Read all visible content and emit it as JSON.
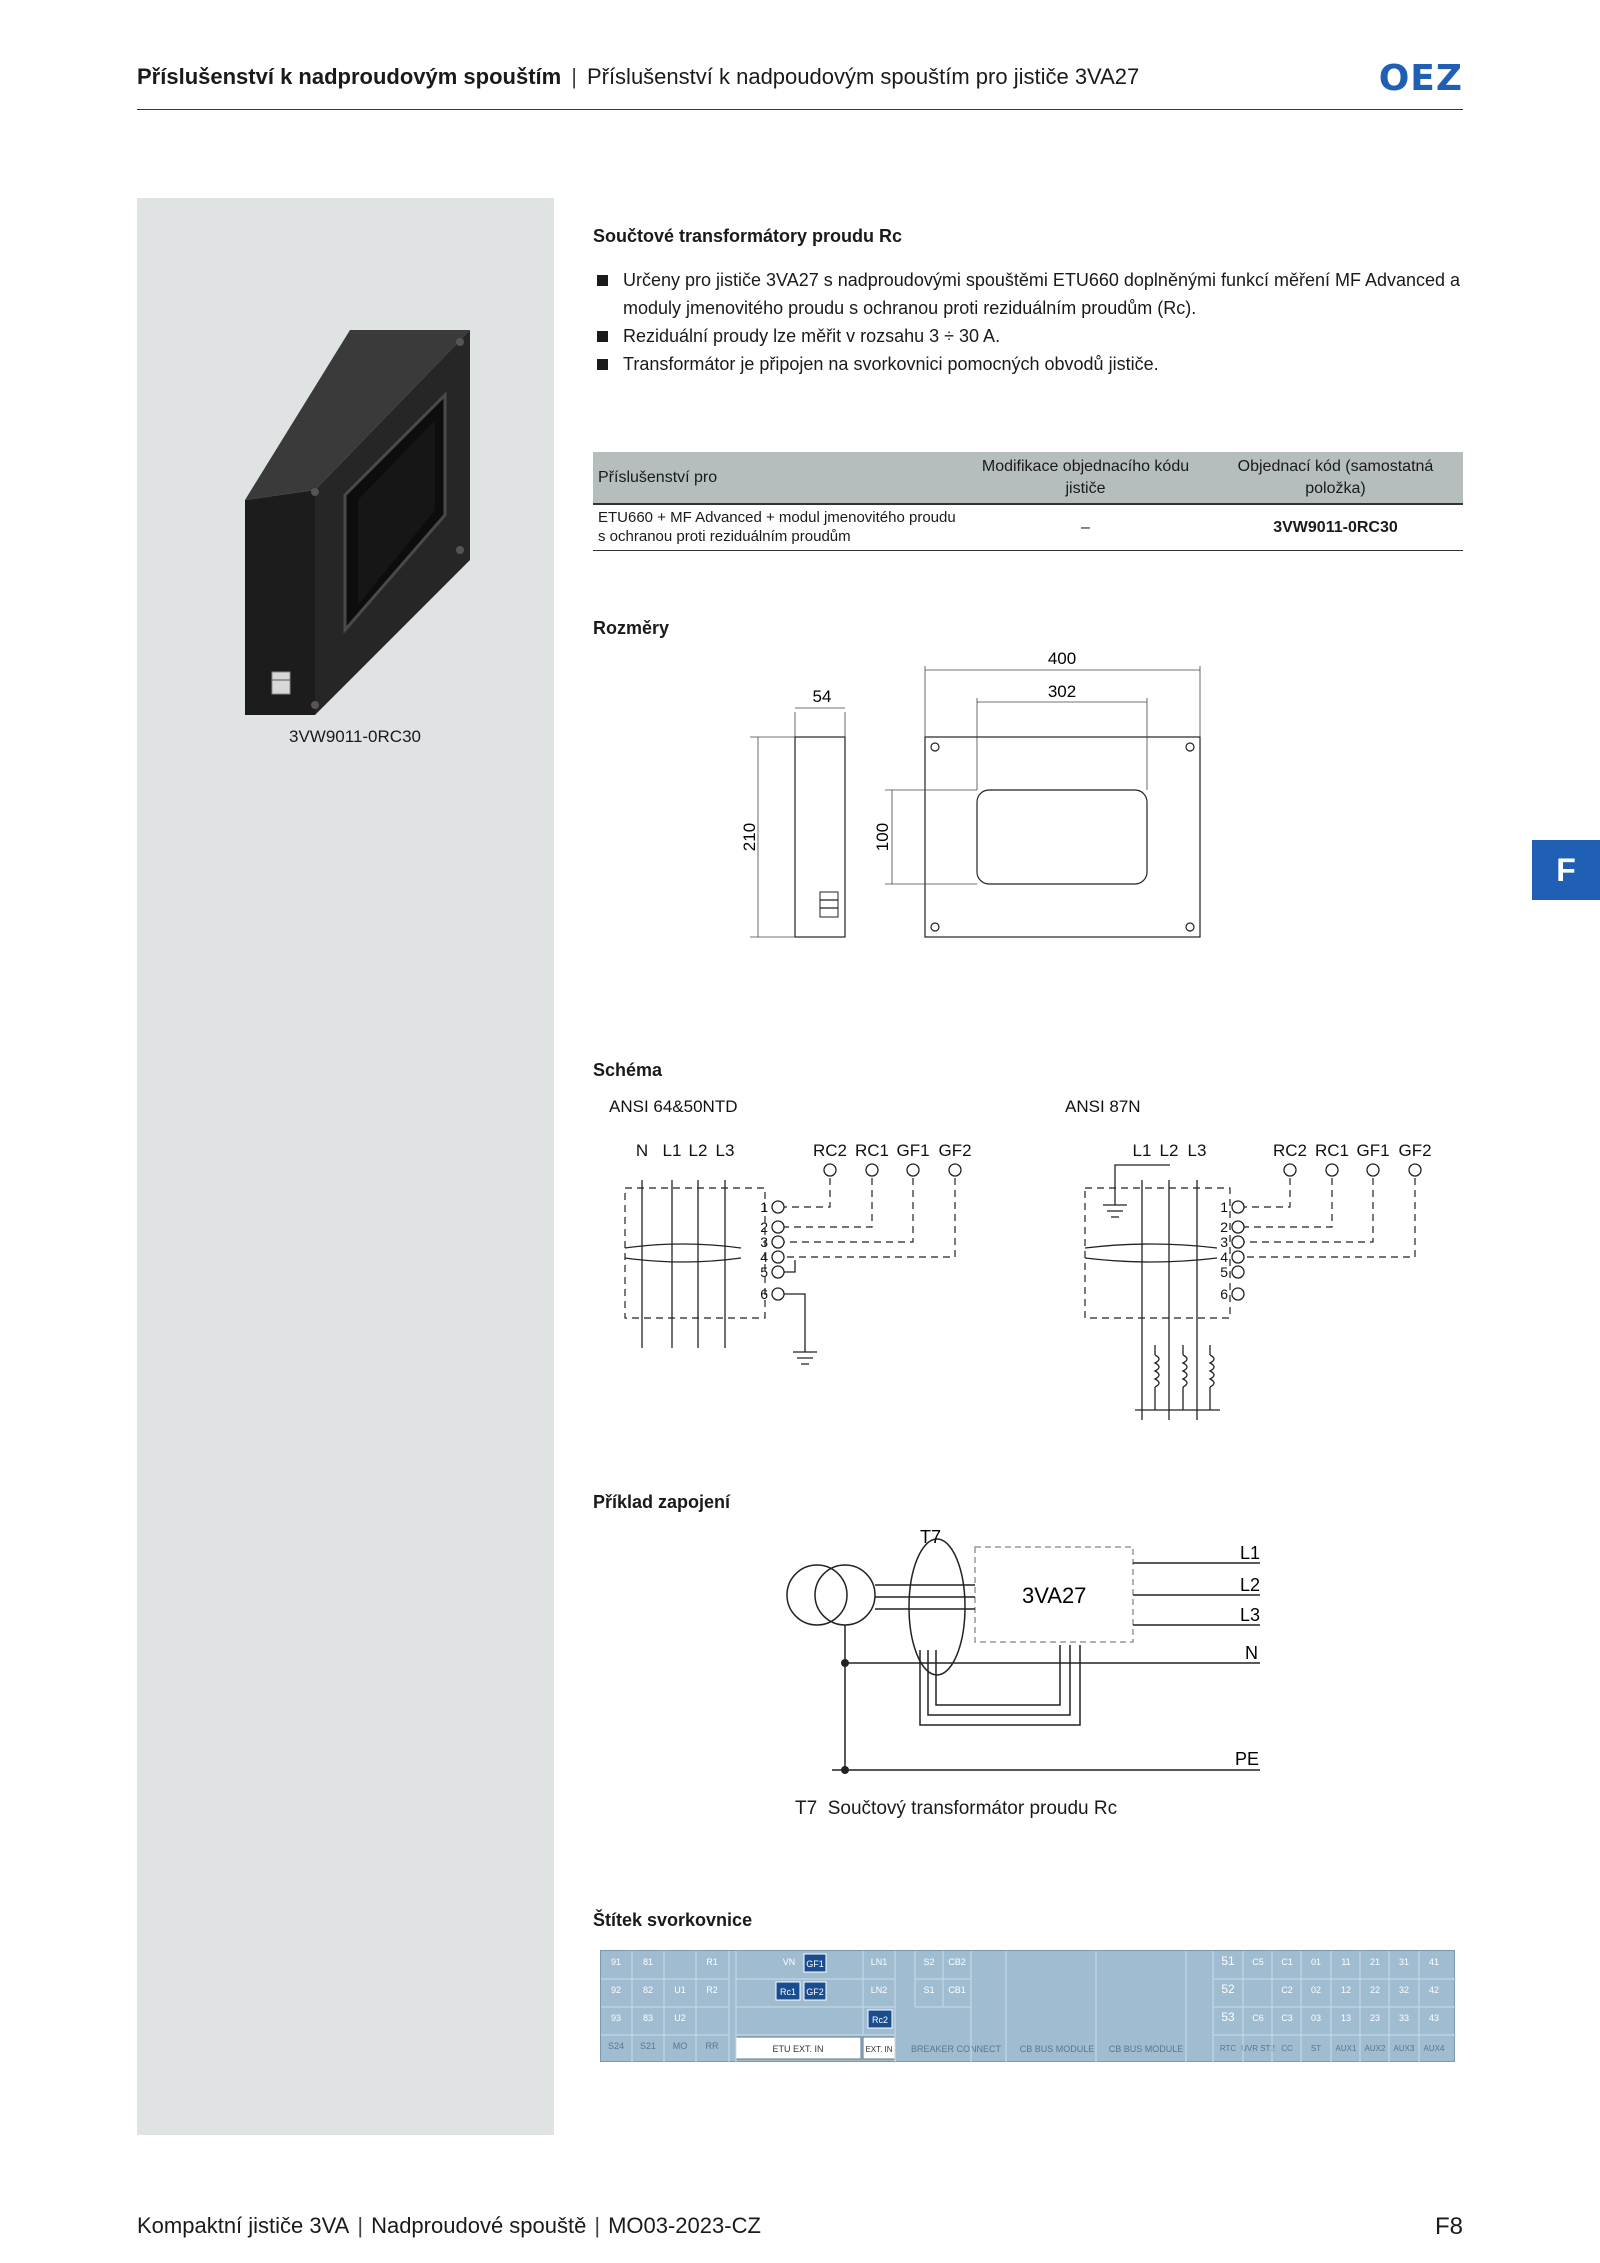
{
  "header": {
    "title_bold": "Příslušenství k nadproudovým spouštím",
    "title_rest": "Příslušenství k nadpoudovým spouštím pro jističe 3VA27",
    "logo": "OEZ"
  },
  "side_tab": "F",
  "product": {
    "caption": "3VW9011-0RC30"
  },
  "section1": {
    "title": "Součtové transformátory proudu Rc",
    "bullets": [
      "Určeny pro jističe 3VA27 s nadproudovými spouštěmi ETU660 doplněnými funkcí měření MF Advanced a moduly jmenovitého proudu s ochranou proti reziduálním proudům (Rc).",
      "Reziduální proudy lze měřit v rozsahu 3 ÷ 30 A.",
      "Transformátor je připojen na svorkovnici pomocných obvodů jističe."
    ]
  },
  "order_table": {
    "headers": [
      "Příslušenství pro",
      "Modifikace objednacího kódu jističe",
      "Objednací kód (samostatná položka)"
    ],
    "rows": [
      {
        "accessory": "ETU660 + MF Advanced + modul jmenovitého proudu s ochranou proti reziduálním proudům",
        "modification": "–",
        "code": "3VW9011-0RC30"
      }
    ]
  },
  "dimensions": {
    "title": "Rozměry",
    "values": [
      "400",
      "302",
      "54",
      "210",
      "100"
    ]
  },
  "schema": {
    "title": "Schéma",
    "left_label": "ANSI 64&50NTD",
    "right_label": "ANSI 87N",
    "phases_left": [
      "N",
      "L1",
      "L2",
      "L3"
    ],
    "phases_right": [
      "L1",
      "L2",
      "L3"
    ],
    "signals": [
      "RC2",
      "RC1",
      "GF1",
      "GF2"
    ],
    "terminals": [
      "1",
      "2",
      "3",
      "4",
      "5",
      "6"
    ]
  },
  "wiring": {
    "title": "Příklad zapojení",
    "t7": "T7",
    "breaker": "3VA27",
    "lines": [
      "L1",
      "L2",
      "L3",
      "N",
      "PE"
    ],
    "legend_code": "T7",
    "legend_text": "Součtový transformátor proudu Rc"
  },
  "terminal_strip": {
    "title": "Štítek svorkovnice",
    "g1": [
      [
        "91",
        "81",
        "",
        "R1"
      ],
      [
        "92",
        "82",
        "U1",
        "R2"
      ],
      [
        "93",
        "83",
        "U2",
        ""
      ],
      [
        "S24",
        "S21",
        "MO",
        "RR"
      ]
    ],
    "g2_r1": [
      "VN",
      "GF1",
      "LN1"
    ],
    "g2_r2": [
      "Rc1",
      "GF2",
      "LN2"
    ],
    "g2_r3": [
      "Rc2"
    ],
    "g2_r4": [
      "ETU EXT. IN",
      "EXT. IN"
    ],
    "g3": [
      [
        "S2",
        "CB2"
      ],
      [
        "S1",
        "CB1"
      ]
    ],
    "modules": [
      "BREAKER CONNECT",
      "CB BUS MODULE",
      "CB BUS MODULE"
    ],
    "g4": [
      [
        "51",
        "C5",
        "C1",
        "01",
        "11",
        "21",
        "31",
        "41"
      ],
      [
        "52",
        "",
        "C2",
        "02",
        "12",
        "22",
        "32",
        "42"
      ],
      [
        "53",
        "C6",
        "C3",
        "03",
        "13",
        "23",
        "33",
        "43"
      ],
      [
        "RTC",
        "UVR ST2",
        "CC",
        "ST",
        "AUX1",
        "AUX2",
        "AUX3",
        "AUX4"
      ]
    ]
  },
  "footer": {
    "parts": [
      "Kompaktní jističe 3VA",
      "Nadproudové spouště",
      "MO03-2023-CZ"
    ],
    "page": "F8"
  }
}
